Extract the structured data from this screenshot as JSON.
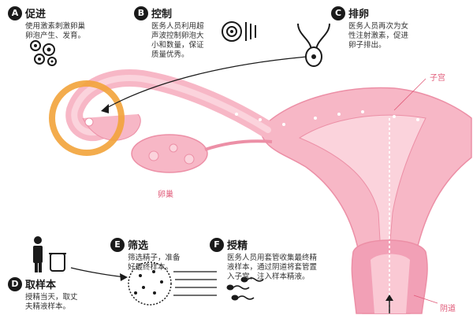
{
  "steps": [
    {
      "letter": "A",
      "title": "促进",
      "desc": [
        "使用激素刺激卵巢",
        "卵泡产生、发育。"
      ]
    },
    {
      "letter": "B",
      "title": "控制",
      "desc": [
        "医务人员利用超",
        "声波控制卵泡大",
        "小和数量，保证",
        "质量优秀。"
      ]
    },
    {
      "letter": "C",
      "title": "排卵",
      "desc": [
        "医务人员再次为女",
        "性注射激素，促进",
        "卵子排出。"
      ]
    },
    {
      "letter": "D",
      "title": "取样本",
      "desc": [
        "授精当天，取丈",
        "夫精液样本。"
      ]
    },
    {
      "letter": "E",
      "title": "筛选",
      "desc": [
        "筛选精子，准备",
        "好最终样本。"
      ]
    },
    {
      "letter": "F",
      "title": "授精",
      "desc": [
        "医务人员用套管收集最终精",
        "液样本，通过阴道将套管置",
        "入子宫，注入样本精液。"
      ]
    }
  ],
  "labels": {
    "uterus": "子宫",
    "ovary": "卵巢",
    "vagina": "阴道"
  },
  "colors": {
    "tissue": "#f7b7c6",
    "tissue_dark": "#ec8fa6",
    "tissue_light": "#fbd3dc",
    "highlight_ring": "#f2a33a",
    "ink": "#1a1a1a"
  }
}
